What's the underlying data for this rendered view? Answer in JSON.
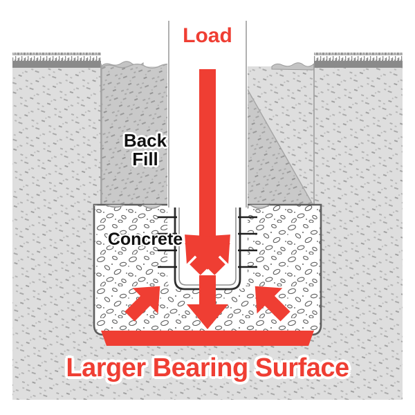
{
  "diagram": {
    "title_bottom": "Larger Bearing Surface",
    "labels": {
      "load": "Load",
      "backfill": "Back\nFill",
      "concrete": "Concrete"
    },
    "colors": {
      "accent_red": "#ef3e33",
      "soil_undisturbed": "#dedede",
      "soil_backfill": "#c9c9c9",
      "topsoil_band": "#8a8a8a",
      "grass": "#8a8a8a",
      "concrete_fill": "#ffffff",
      "outline": "#6e6e6e",
      "post_outline": "#3a3a3a",
      "label_text": "#111111",
      "label_outline": "#ffffff"
    },
    "elements": {
      "ground_line": "grass-and-topsoil",
      "excavation": "trench",
      "post": "column-post",
      "footing": "concrete-footing",
      "rebar_ties": 5,
      "bearing_bar": "red-bearing-surface-bar"
    },
    "arrows": {
      "load_down": "main-load-arrow-down",
      "spread_upper_left": "spread-arrow-upper-left",
      "spread_upper_right": "spread-arrow-upper-right",
      "spread_lower_left": "spread-arrow-lower-left",
      "spread_lower_right": "spread-arrow-lower-right",
      "footing_down": "footing-load-arrow-down"
    }
  }
}
